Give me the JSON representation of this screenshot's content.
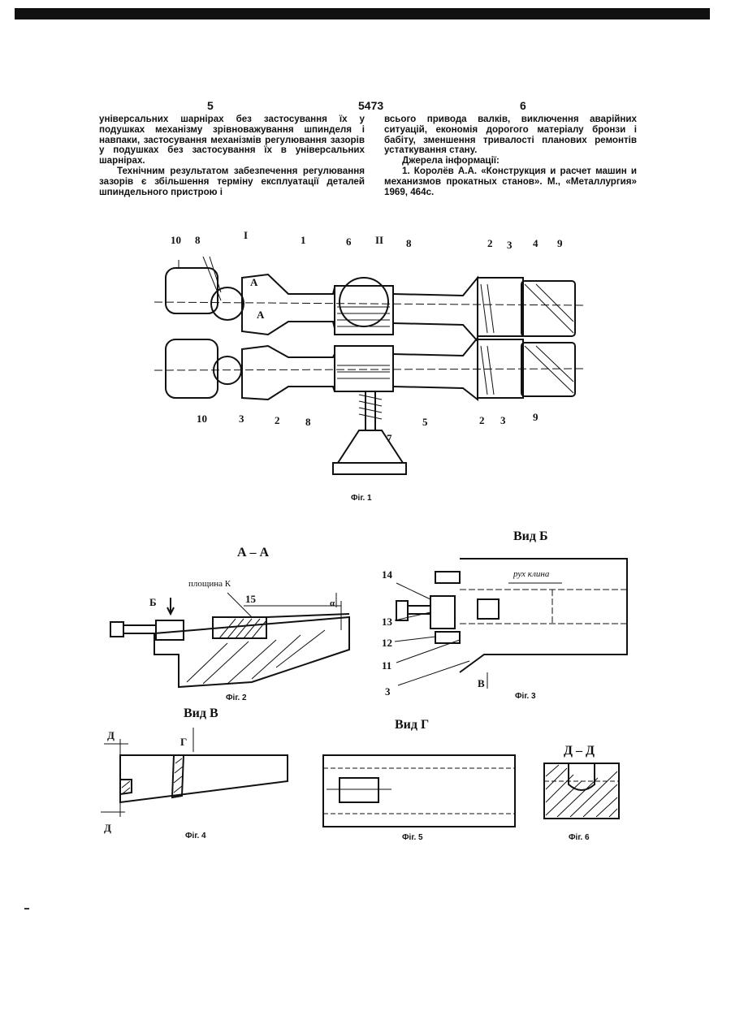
{
  "header": {
    "page_left": "5",
    "patent_number": "5473",
    "page_right": "6"
  },
  "left_column": {
    "para1": "універсальних шарнірах без застосування їх у подушках механізму зрівноважування шпинделя і навпаки, застосування механізмів регулювання зазорів у подушках без застосування їх в універсальних шарнірах.",
    "para2": "Технічним результатом забезпечення регулювання зазорів є збільшення терміну експлуатації деталей шпиндельного пристрою і"
  },
  "right_column": {
    "para1": "всього привода валків, виключення аварійних ситуацій, економія дорогого матеріалу бронзи і бабіту, зменшення тривалості планових ремонтів устаткування стану.",
    "sources_heading": "Джерела інформації:",
    "source1": "1. Королёв А.А. «Конструкция и расчет машин и механизмов прокатных станов». М., «Металлургия» 1969, 464с."
  },
  "fig1": {
    "caption": "Фіг. 1",
    "labels": {
      "n10a": "10",
      "n8a": "8",
      "nI": "I",
      "n1": "1",
      "n6": "6",
      "nII": "II",
      "n8b": "8",
      "n2a": "2",
      "n3a": "3",
      "n4": "4",
      "n9a": "9",
      "nA1": "A",
      "nA2": "A",
      "n10b": "10",
      "n3b": "3",
      "n2b": "2",
      "n8c": "8",
      "n7": "7",
      "n5": "5",
      "n2c": "2",
      "n3c": "3",
      "n9b": "9"
    }
  },
  "fig2": {
    "title": "А – А",
    "caption": "Фіг. 2",
    "labels": {
      "B": "Б",
      "plane": "площина К",
      "n15": "15",
      "alpha": "α"
    }
  },
  "fig3": {
    "title": "Вид Б",
    "caption": "Фіг. 3",
    "labels": {
      "motion": "рух клина",
      "n14": "14",
      "n13": "13",
      "n12": "12",
      "n11": "11",
      "n3": "3",
      "V": "В"
    }
  },
  "fig4": {
    "title": "Вид В",
    "caption": "Фіг. 4",
    "labels": {
      "D1": "Д",
      "G": "Г",
      "D2": "Д"
    }
  },
  "fig5": {
    "title": "Вид Г",
    "caption": "Фіг. 5"
  },
  "fig6": {
    "title": "Д – Д",
    "caption": "Фіг. 6"
  }
}
